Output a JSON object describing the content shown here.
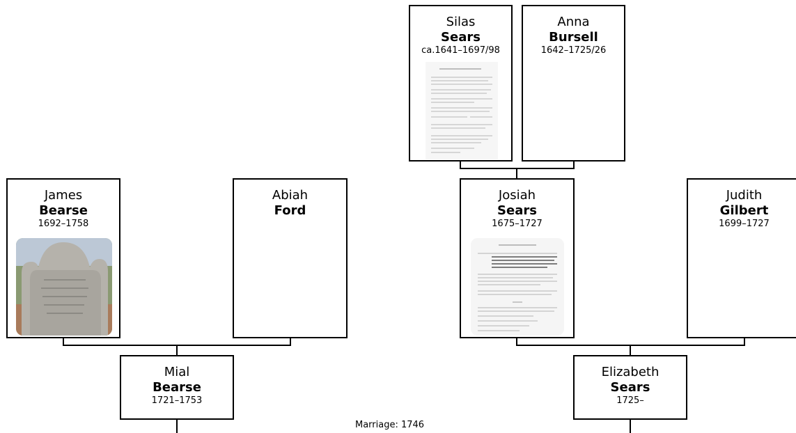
{
  "people": {
    "silas": {
      "given": "Silas",
      "surname": "Sears",
      "dates": "ca.1641–1697/98"
    },
    "anna": {
      "given": "Anna",
      "surname": "Bursell",
      "dates": "1642–1725/26"
    },
    "james": {
      "given": "James",
      "surname": "Bearse",
      "dates": "1692–1758"
    },
    "abiah": {
      "given": "Abiah",
      "surname": "Ford",
      "dates": ""
    },
    "josiah": {
      "given": "Josiah",
      "surname": "Sears",
      "dates": "1675–1727"
    },
    "judith": {
      "given": "Judith",
      "surname": "Gilbert",
      "dates": "1699–1727"
    },
    "mial": {
      "given": "Mial",
      "surname": "Bearse",
      "dates": "1721–1753"
    },
    "elizabeth": {
      "given": "Elizabeth",
      "surname": "Sears",
      "dates": "1725–"
    }
  },
  "marriage": "Marriage: 1746"
}
